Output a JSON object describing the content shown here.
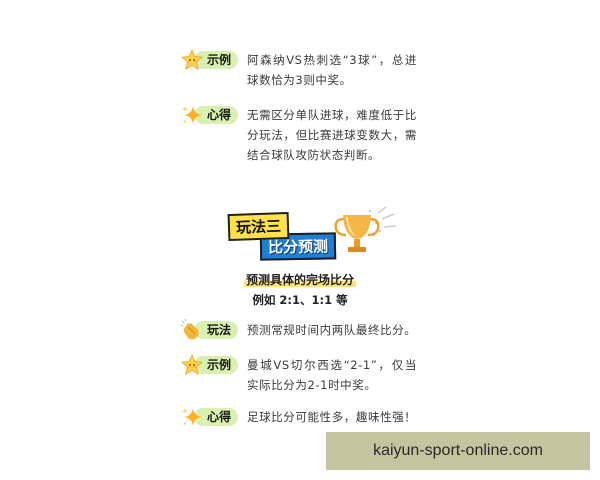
{
  "example1": {
    "badge_label": "示例",
    "icon": "star-face-icon",
    "text": "阿森纳VS热刺选“3球”，总进球数恰为3则中奖。"
  },
  "tip1": {
    "badge_label": "心得",
    "icon": "sparkle-icon",
    "text": "无需区分单队进球，难度低于比分玩法，但比赛进球变数大，需结合球队攻防状态判断。"
  },
  "section3": {
    "tag_top": "玩法三",
    "tag_bottom": "比分预测",
    "icon": "trophy-icon",
    "subtitle": "预测具体的完场比分",
    "example_line": "例如 2:1、1:1 等"
  },
  "play": {
    "badge_label": "玩法",
    "icon": "clapping-hands-icon",
    "text": "预测常规时间内两队最终比分。"
  },
  "example2": {
    "badge_label": "示例",
    "icon": "star-face-icon",
    "text": "曼城VS切尔西选“2-1”，仅当实际比分为2-1时中奖。"
  },
  "tip2": {
    "badge_label": "心得",
    "icon": "sparkle-icon",
    "text": "足球比分可能性多，趣味性强！"
  },
  "watermark": {
    "text": "kaiyun-sport-online.com"
  },
  "colors": {
    "badge_bg": "#d9f0b0",
    "tag_yellow": "#ffe14d",
    "tag_blue": "#1f7fd6",
    "highlight": "#ffe27a",
    "watermark_bg": "#c2c5a0"
  }
}
